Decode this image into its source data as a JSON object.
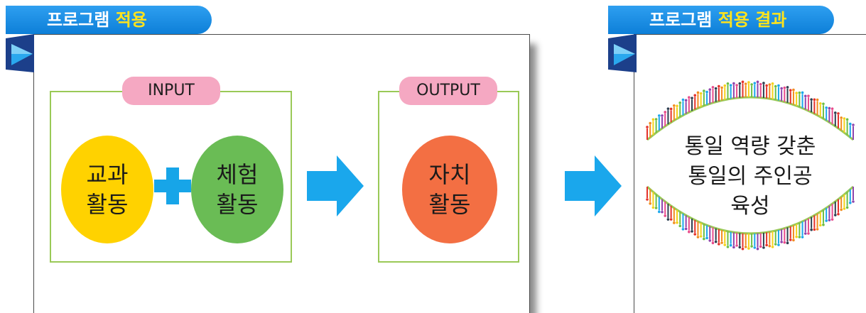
{
  "left": {
    "title_prefix": "프로그램 ",
    "title_accent": "적용",
    "input_label": "INPUT",
    "output_label": "OUTPUT",
    "subject_activity": "교과\n활동",
    "experience_activity": "체험\n활동",
    "autonomous_activity": "자치\n활동"
  },
  "right": {
    "title_prefix": "프로그램 ",
    "title_accent": "적용 결과",
    "result_text": "통일 역량 갖춘\n통일의 주인공\n육성"
  },
  "colors": {
    "tab_blue": "#1a8ee6",
    "tab_accent_yellow": "#ffe31c",
    "box_border_green": "#9ac957",
    "pill_pink": "#f5a8c2",
    "oval_yellow": "#ffd200",
    "oval_green": "#6abc55",
    "oval_orange": "#f36f43",
    "plus_blue": "#17a5e8",
    "arrow_blue": "#1aa7ec"
  },
  "icons": {
    "plus": "plus-icon",
    "arrow": "right-arrow-icon",
    "people_ring": "people-chain-illustration"
  }
}
